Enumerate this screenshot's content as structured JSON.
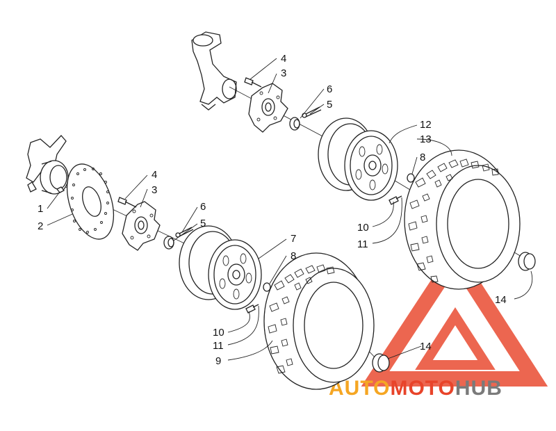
{
  "colors": {
    "line": "#222222",
    "watermark_red": "#e8442a",
    "watermark_orange": "#f5a623",
    "watermark_gray": "#7a7a7a"
  },
  "watermark": {
    "part1": "AUTO",
    "part2": "MOTO",
    "part3": "HUB"
  },
  "callouts": [
    {
      "id": "c-1-left",
      "label": "1"
    },
    {
      "id": "c-2-left",
      "label": "2"
    },
    {
      "id": "c-3-left",
      "label": "3"
    },
    {
      "id": "c-4-left",
      "label": "4"
    },
    {
      "id": "c-5-left",
      "label": "5"
    },
    {
      "id": "c-6-left",
      "label": "6"
    },
    {
      "id": "c-7",
      "label": "7"
    },
    {
      "id": "c-8-left",
      "label": "8"
    },
    {
      "id": "c-9",
      "label": "9"
    },
    {
      "id": "c-10-left",
      "label": "10"
    },
    {
      "id": "c-11-left",
      "label": "11"
    },
    {
      "id": "c-14-left",
      "label": "14"
    },
    {
      "id": "c-4-right",
      "label": "4"
    },
    {
      "id": "c-3-right",
      "label": "3"
    },
    {
      "id": "c-6-right",
      "label": "6"
    },
    {
      "id": "c-5-right",
      "label": "5"
    },
    {
      "id": "c-12",
      "label": "12"
    },
    {
      "id": "c-13",
      "label": "13"
    },
    {
      "id": "c-8-right",
      "label": "8"
    },
    {
      "id": "c-10-right",
      "label": "10"
    },
    {
      "id": "c-11-right",
      "label": "11"
    },
    {
      "id": "c-14-right",
      "label": "14"
    }
  ]
}
